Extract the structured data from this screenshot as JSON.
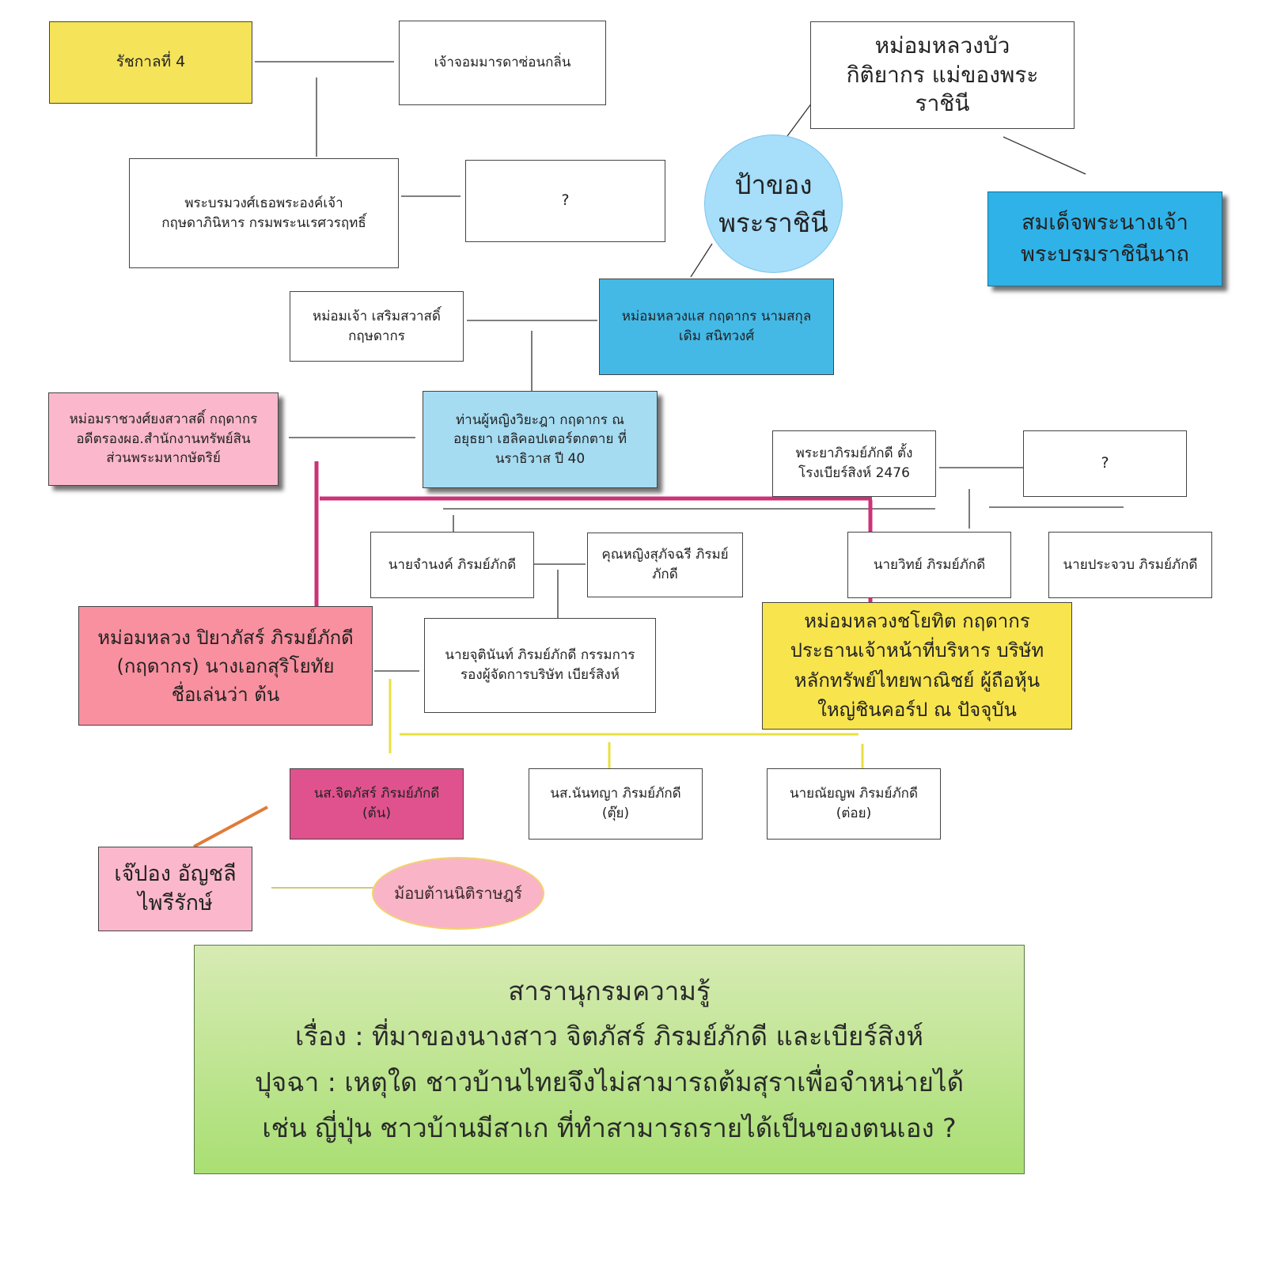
{
  "colors": {
    "yellow": "#f5e35a",
    "pink_light": "#fbb8cc",
    "pink_mid": "#f9909f",
    "magenta": "#e0528e",
    "blue_strong": "#3fb7e6",
    "blue_light": "#a6dcf2",
    "circle_blue": "#a7defa",
    "ellipse_pink": "#f9b4c8",
    "line_magenta": "#cc3377",
    "line_yellow": "#e8e040",
    "line_orange": "#e07b39"
  },
  "nodes": {
    "rama4": {
      "lines": [
        "รัชกาลที่ 4"
      ]
    },
    "chao_chom": {
      "lines": [
        "เจ้าจอมมารดาซ่อนกลิ่น"
      ]
    },
    "prince": {
      "lines": [
        "พระบรมวงศ์เธอพระองค์เจ้า",
        "กฤษดาภินิหาร กรมพระนเรศวรฤทธิ์"
      ]
    },
    "unknown1": {
      "lines": [
        "?"
      ]
    },
    "mom_luang_bua": {
      "lines": [
        "หม่อมหลวงบัว",
        "กิติยากร แม่ของพระ",
        "ราชินี"
      ]
    },
    "aunt_circle": {
      "lines": [
        "ป้าของ",
        "พระราชินี"
      ]
    },
    "queen": {
      "lines": [
        "สมเด็จพระนางเจ้า",
        "พระบรมราชินีนาถ"
      ]
    },
    "mom_chao_soem": {
      "lines": [
        "หม่อมเจ้า เสริมสวาสดิ์",
        "กฤษดากร"
      ]
    },
    "mom_luang_sae": {
      "lines": [
        "หม่อมหลวงแส กฤดากร นามสกุล",
        "เดิม สนิทวงศ์"
      ]
    },
    "mom_rachawong": {
      "lines": [
        "หม่อมราชวงศ์ยงสวาสดิ์ กฤดากร",
        "อดีตรองผอ.สำนักงานทรัพย์สิน",
        "ส่วนพระมหากษัตริย์"
      ]
    },
    "than_wiyada": {
      "lines": [
        "ท่านผู้หญิงวิยะฎา กฤดากร ณ",
        "อยุธยา เฮลิคอปเตอร์ตกตาย ที่",
        "นราธิวาส ปี 40"
      ]
    },
    "phraya_phirom": {
      "lines": [
        "พระยาภิรมย์ภักดี ตั้ง",
        "โรงเบียร์สิงห์ 2476"
      ]
    },
    "unknown2": {
      "lines": [
        "?"
      ]
    },
    "nai_jamnong": {
      "lines": [
        "นายจำนงค์ ภิรมย์ภักดี"
      ]
    },
    "khunying_sukjaree": {
      "lines": [
        "คุณหญิงสุภัจฉรี ภิรมย์",
        "ภักดี"
      ]
    },
    "nai_wit": {
      "lines": [
        "นายวิทย์ ภิรมย์ภักดี"
      ]
    },
    "nai_prajuab": {
      "lines": [
        "นายประจวบ ภิรมย์ภักดี"
      ]
    },
    "mom_luang_piya": {
      "lines": [
        "หม่อมหลวง ปิยาภัสร์ ภิรมย์ภักดี",
        "(กฤดากร) นางเอกสุริโยทัย",
        "ชื่อเล่นว่า ต้น"
      ]
    },
    "nai_jutinan": {
      "lines": [
        "นายจุตินันท์ ภิรมย์ภักดี กรรมการ",
        "รองผู้จัดการบริษัท เบียร์สิงห์"
      ]
    },
    "mom_luang_chayotit": {
      "lines": [
        "หม่อมหลวงชโยทิต กฤดากร",
        "ประธานเจ้าหน้าที่บริหาร บริษัท",
        "หลักทรัพย์ไทยพาณิชย์ ผู้ถือหุ้น",
        "ใหญ่ชินคอร์ป ณ ปัจจุบัน"
      ]
    },
    "ns_jitpat": {
      "lines": [
        "นส.จิตภัสร์ ภิรมย์ภักดี",
        "(ต้น)"
      ]
    },
    "ns_nanthaya": {
      "lines": [
        "นส.นันทญา ภิรมย์ภักดี",
        "(ตุ๊ย)"
      ]
    },
    "nai_naiyaphop": {
      "lines": [
        "นายณัยญพ ภิรมย์ภักดี",
        "(ต่อย)"
      ]
    },
    "je_pong": {
      "lines": [
        "เจ๊ปอง อัญชลี",
        "ไพรีรักษ์"
      ]
    },
    "mob_ellipse": {
      "lines": [
        "ม้อบต้านนิติราษฎร์"
      ]
    }
  },
  "note": {
    "lines": [
      "สารานุกรมความรู้",
      "เรื่อง : ที่มาของนางสาว จิตภัสร์ ภิรมย์ภักดี และเบียร์สิงห์",
      "ปุจฉา : เหตุใด ชาวบ้านไทยจึงไม่สามารถต้มสุราเพื่อจำหน่ายได้",
      "เช่น ญี่ปุ่น ชาวบ้านมีสาเก ที่ทำสามารถรายได้เป็นของตนเอง ?"
    ]
  }
}
